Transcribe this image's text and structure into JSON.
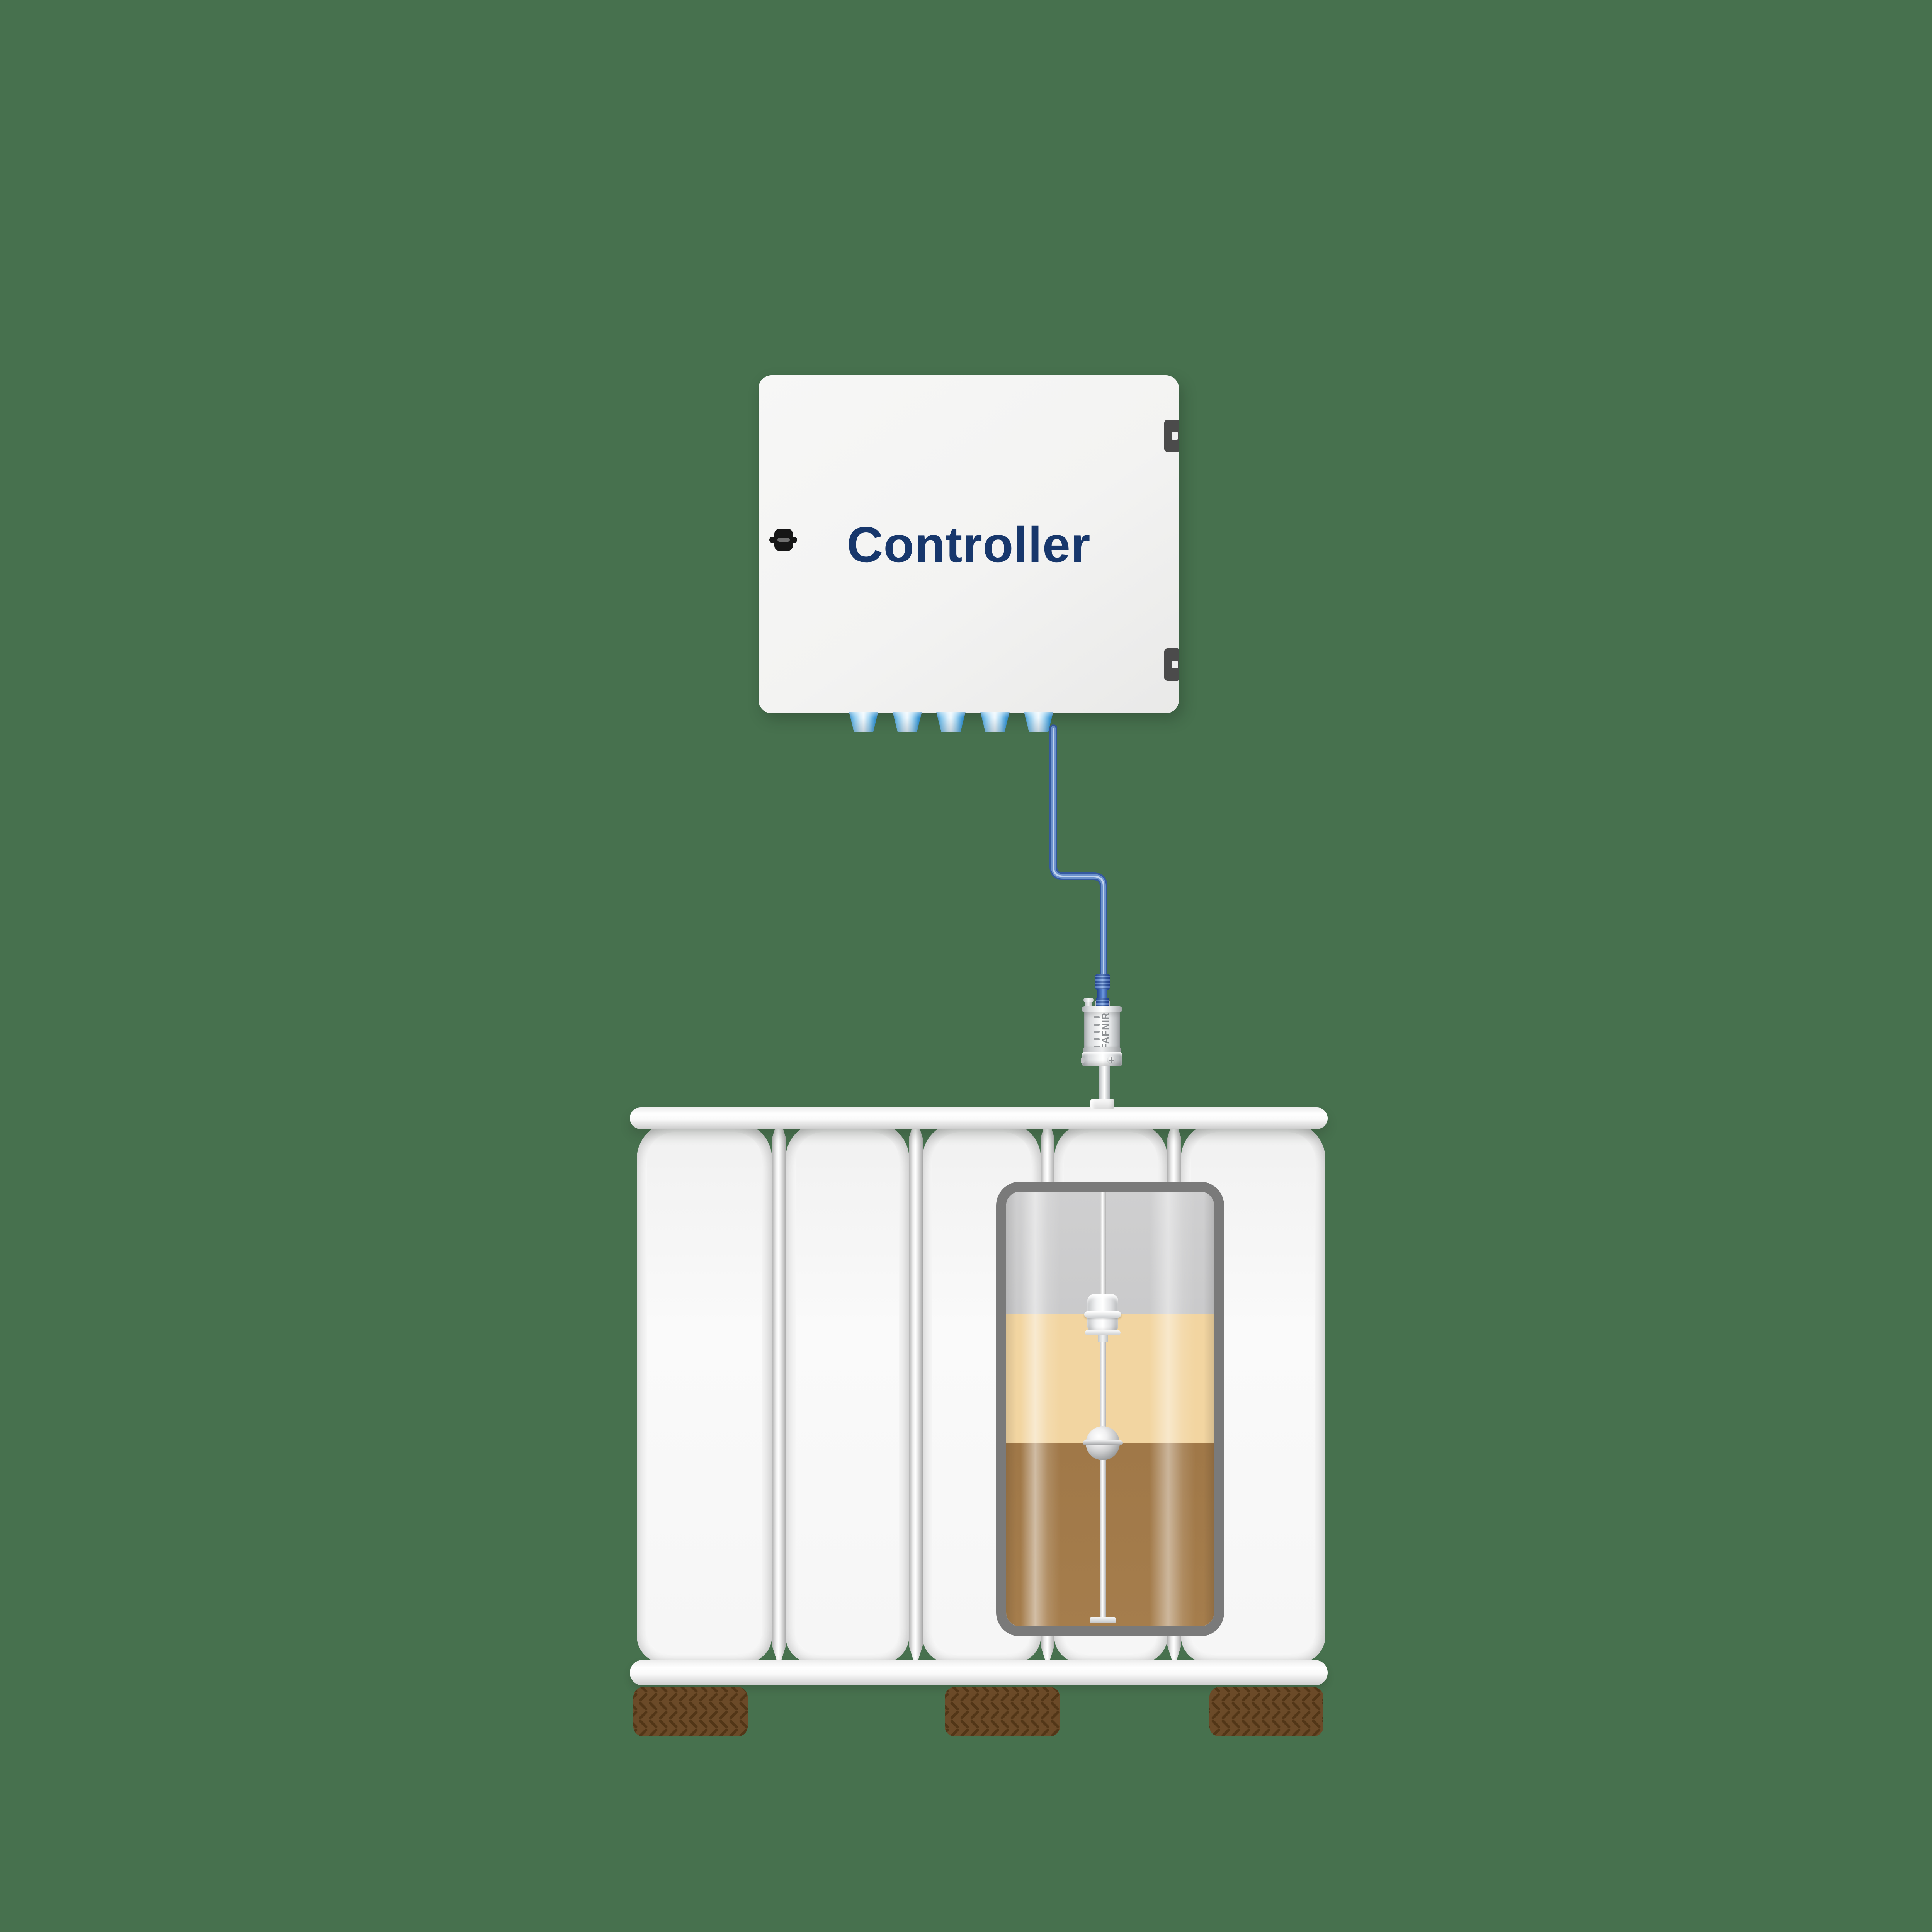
{
  "scene": {
    "description": "Controller enclosure wired to a FAFNIR level probe mounted in an IBC tote tank, with cutaway view of liquid layers and floats",
    "background": "#47714E"
  },
  "colors": {
    "background": "#47714E",
    "controller-body": "#F3F3F2",
    "controller-label": "#17376C",
    "latch": "#161616",
    "hinge": "#4B4B4B",
    "gland-blue": "#2F86C4",
    "cable-blue": "#35599F",
    "connector-blue": "#3C69BE",
    "metal-dark": "#A9ADB0",
    "tank-white": "#FCFCFC",
    "cutaway-border": "#7A7A7A",
    "headspace-gray": "#CACACB",
    "upper-liquid": "#F2D5A1",
    "lower-liquid": "#A57D4C",
    "pallet-foot": "#6B4A28",
    "pallet-foot-pattern": "#523617"
  },
  "controller": {
    "label": "Controller",
    "hinge_count": 2,
    "cable_gland_count": 5
  },
  "sensor": {
    "brand": "FAFNIR",
    "logo_stripe_count": 5,
    "float_count": 2
  },
  "tank": {
    "panel_count": 5,
    "frame_bar_count": 4,
    "pallet_foot_count": 3
  },
  "cutaway": {
    "layers": [
      {
        "name": "headspace",
        "color": "#CACACB"
      },
      {
        "name": "upper-liquid",
        "color": "#F2D5A1"
      },
      {
        "name": "lower-liquid",
        "color": "#A57D4C"
      }
    ],
    "floats": [
      {
        "name": "surface-float"
      },
      {
        "name": "interface-ball-float"
      }
    ]
  }
}
